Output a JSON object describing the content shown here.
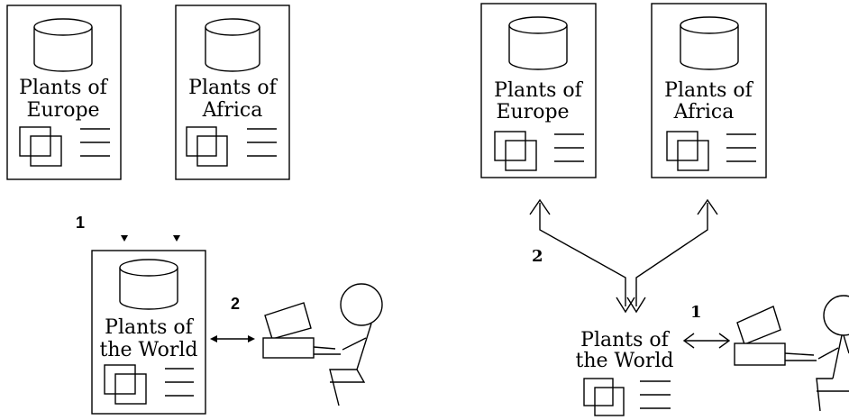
{
  "left_panel": {
    "doc_europe": {
      "line1": "Plants of",
      "line2": "Europe"
    },
    "doc_africa": {
      "line1": "Plants of",
      "line2": "Africa"
    },
    "doc_world": {
      "line1": "Plants of",
      "line2": "the World"
    },
    "step_1": "1",
    "step_2": "2"
  },
  "right_panel": {
    "doc_europe": {
      "line1": "Plants of",
      "line2": "Europe"
    },
    "doc_africa": {
      "line1": "Plants of",
      "line2": "Africa"
    },
    "world": {
      "line1": "Plants of",
      "line2": "the World"
    },
    "step_1": "1",
    "step_2": "2"
  }
}
